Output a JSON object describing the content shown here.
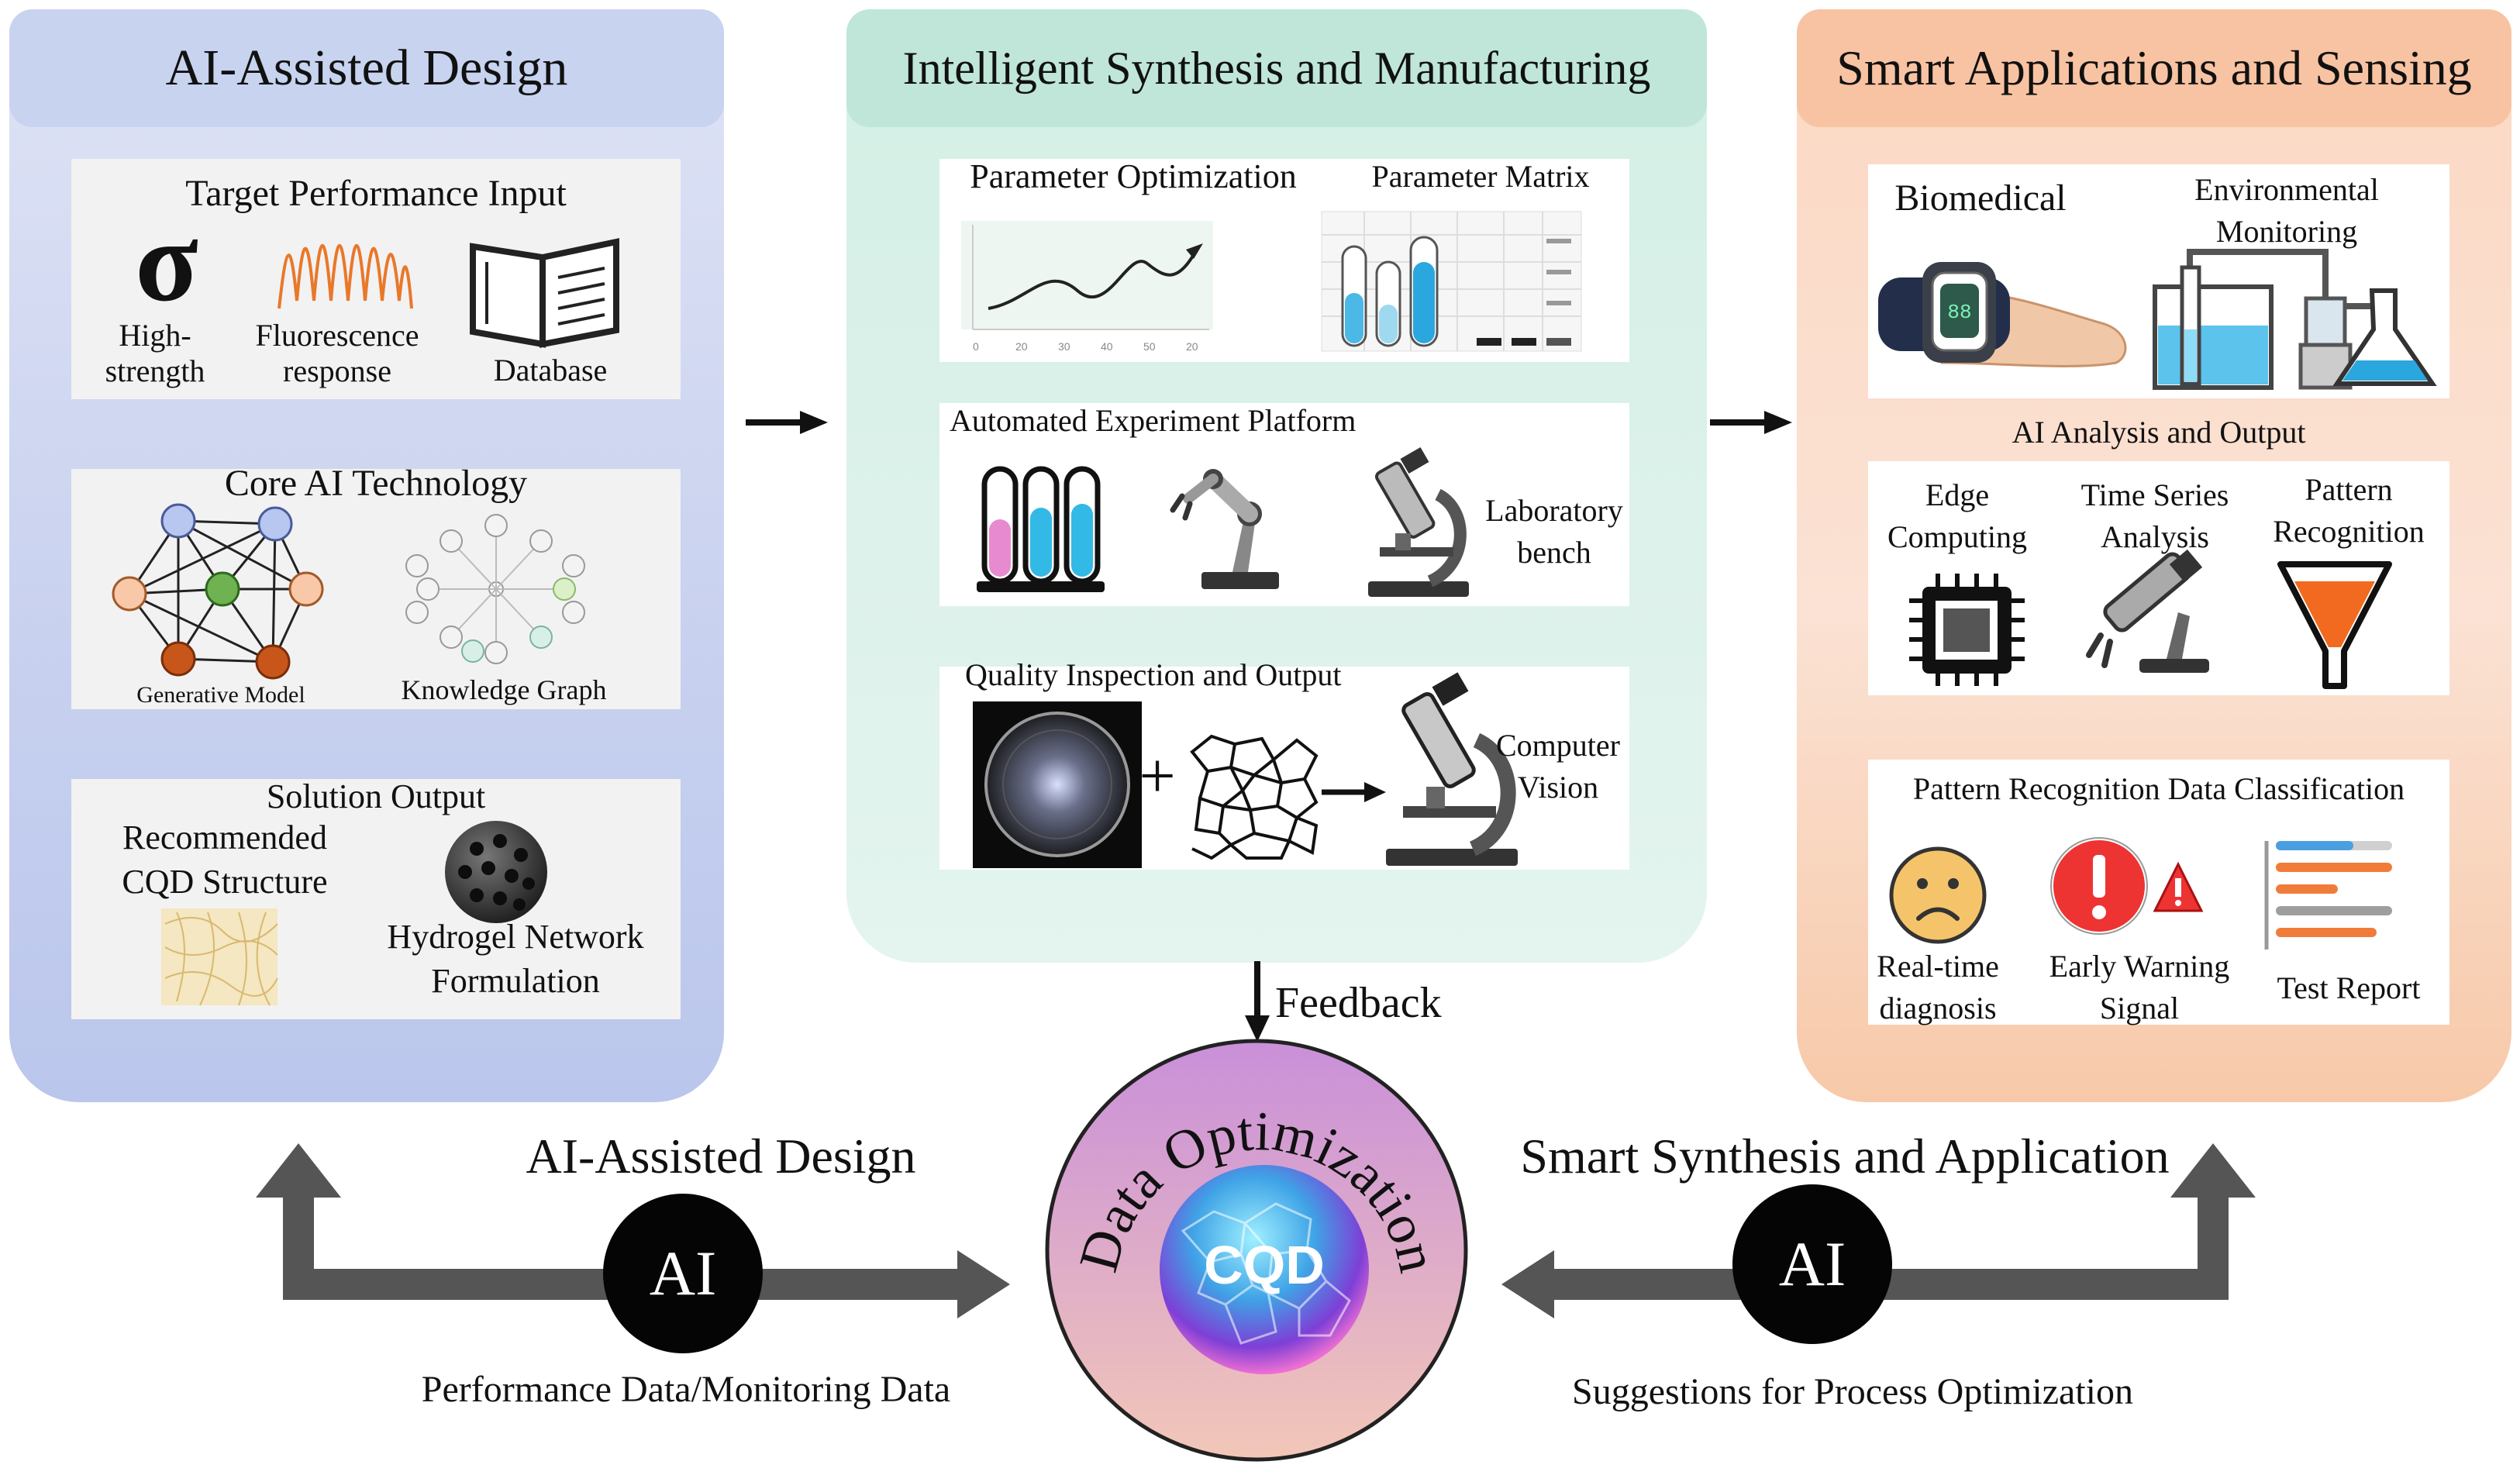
{
  "columns": {
    "left": {
      "title": "AI-Assisted Design",
      "target_performance": {
        "title": "Target Performance Input",
        "sigma": "σ",
        "items": [
          "High-\nstrength",
          "Fluorescence\nresponse",
          "Database"
        ]
      },
      "core_ai": {
        "title": "Core AI Technology",
        "generative_model": "Generative Model",
        "knowledge_graph": "Knowledge Graph"
      },
      "solution_output": {
        "title": "Solution Output",
        "recommended": "Recommended\nCQD Structure",
        "hydrogel": "Hydrogel Network\nFormulation"
      }
    },
    "middle": {
      "title": "Intelligent Synthesis and Manufacturing",
      "parameter_optimization": "Parameter Optimization",
      "parameter_matrix": "Parameter Matrix",
      "plot_ticks": [
        "0",
        "20",
        "30",
        "40",
        "50",
        "20"
      ],
      "automated_platform": "Automated Experiment Platform",
      "laboratory_bench": "Laboratory\nbench",
      "quality_inspection": "Quality Inspection and Output",
      "computer_vision": "Computer\nVision"
    },
    "right": {
      "title": "Smart Applications and Sensing",
      "biomedical": "Biomedical",
      "environmental": "Environmental\nMonitoring",
      "ai_analysis": "AI Analysis and Output",
      "edge_computing": "Edge\nComputing",
      "time_series": "Time Series\nAnalysis",
      "pattern_recognition": "Pattern\nRecognition",
      "classification": "Pattern Recognition Data Classification",
      "realtime": "Real-time\ndiagnosis",
      "early_warning": "Early Warning\nSignal",
      "test_report": "Test Report",
      "watch_screen": "88"
    }
  },
  "center": {
    "feedback": "Feedback",
    "data_optimization": "Data Optimization",
    "cqd": "CQD"
  },
  "bottom": {
    "left_label": "AI-Assisted Design",
    "left_ai": "AI",
    "left_caption": "Performance Data/Monitoring Data",
    "right_label": "Smart Synthesis and Application",
    "right_ai": "AI",
    "right_caption": "Suggestions for Process Optimization"
  },
  "colors": {
    "left_column": "#c9d2ef",
    "middle_column": "#d3efe5",
    "right_column": "#fbd8c3",
    "center_circle": "#d9a3e0",
    "arrow_gray": "#555555"
  }
}
